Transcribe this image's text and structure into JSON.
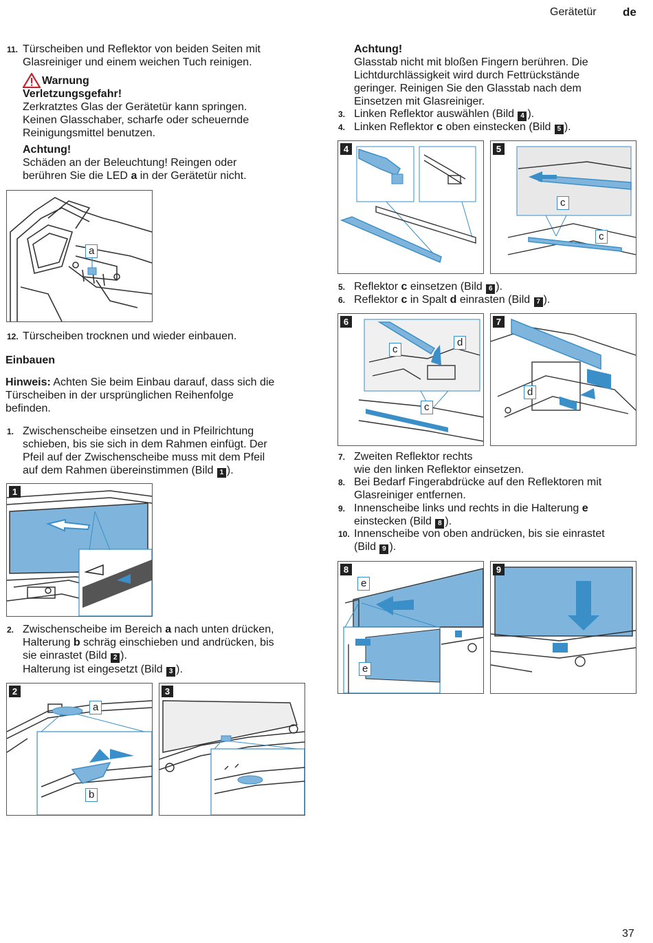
{
  "header": {
    "section": "Gerätetür",
    "lang": "de"
  },
  "page_number": "37",
  "left": {
    "step11": {
      "num": "11.",
      "text1": "Türscheiben und Reflektor von beiden Seiten mit",
      "text2": "Glasreiniger und einem weichen Tuch reinigen."
    },
    "warning": {
      "title": "Warnung",
      "heading": "Verletzungsgefahr!",
      "lines": [
        "Zerkratztes Glas der Gerätetür kann springen.",
        "Keinen Glasschaber, scharfe oder scheuernde",
        "Reinigungsmittel benutzen."
      ]
    },
    "caution1": {
      "title": "Achtung!",
      "line1": "Schäden an der Beleuchtung! Reingen oder",
      "line2a": "berühren Sie die LED ",
      "line2b": "a",
      "line2c": " in der Gerätetür nicht."
    },
    "figA_label": "a",
    "step12": {
      "num": "12.",
      "text": "Türscheiben trocknen und wieder einbauen."
    },
    "einbauen_heading": "Einbauen",
    "hinweis": {
      "label": "Hinweis:",
      "line1": " Achten Sie beim Einbau darauf, dass sich die",
      "line2": "Türscheiben in der ursprünglichen Reihenfolge",
      "line3": "befinden."
    },
    "step1": {
      "num": "1.",
      "lines": [
        "Zwischenscheibe einsetzen und in Pfeilrichtung",
        "schieben, bis sie sich in dem Rahmen einfügt. Der",
        "Pfeil auf der Zwischenscheibe muss mit dem Pfeil"
      ],
      "last": "auf dem Rahmen übereinstimmen (Bild ",
      "ref": "1",
      "end": ")."
    },
    "step2": {
      "num": "2.",
      "l1a": "Zwischenscheibe im Bereich ",
      "l1b": "a",
      "l1c": " nach unten drücken,",
      "l2a": "Halterung ",
      "l2b": "b",
      "l2c": " schräg einschieben und andrücken, bis",
      "l3a": "sie einrastet (Bild ",
      "l3ref": "2",
      "l3c": ").",
      "l4a": "Halterung ist eingesetzt (Bild ",
      "l4ref": "3",
      "l4c": ")."
    },
    "fig1_badge": "1",
    "fig2_badge": "2",
    "fig2_labels": {
      "a": "a",
      "b": "b"
    },
    "fig3_badge": "3"
  },
  "right": {
    "caution2": {
      "title": "Achtung!",
      "lines": [
        "Glasstab nicht mit bloßen Fingern berühren. Die",
        "Lichtdurchlässigkeit wird durch Fettrückstände",
        "geringer. Reinigen Sie den Glasstab nach dem",
        "Einsetzen mit Glasreiniger."
      ]
    },
    "step3": {
      "num": "3.",
      "a": "Linken Reflektor auswählen (Bild ",
      "ref": "4",
      "c": ")."
    },
    "step4": {
      "num": "4.",
      "a": "Linken Reflektor ",
      "b": "c",
      "c": " oben einstecken (Bild ",
      "ref": "5",
      "d": ")."
    },
    "fig4_badge": "4",
    "fig5_badge": "5",
    "fig5_labels": [
      "c",
      "c"
    ],
    "step5": {
      "num": "5.",
      "a": "Reflektor ",
      "b": "c",
      "c": " einsetzen (Bild ",
      "ref": "6",
      "d": ")."
    },
    "step6": {
      "num": "6.",
      "a": "Reflektor ",
      "b": "c",
      "c": " in Spalt ",
      "d": "d",
      "e": " einrasten (Bild ",
      "ref": "7",
      "f": ")."
    },
    "fig6_badge": "6",
    "fig6_labels": [
      "c",
      "d",
      "c"
    ],
    "fig7_badge": "7",
    "fig7_labels": [
      "d"
    ],
    "step7": {
      "num": "7.",
      "l1": "Zweiten Reflektor rechts",
      "l2": "wie den linken Reflektor einsetzen."
    },
    "step8": {
      "num": "8.",
      "l1": "Bei Bedarf Fingerabdrücke auf den Reflektoren mit",
      "l2": "Glasreiniger entfernen."
    },
    "step9": {
      "num": "9.",
      "l1a": "Innenscheibe links und rechts in die Halterung ",
      "l1b": "e",
      "l2a": "einstecken (Bild ",
      "ref": "8",
      "l2c": ")."
    },
    "step10": {
      "num": "10.",
      "l1": "Innenscheibe von oben andrücken, bis sie einrastet",
      "l2a": "(Bild ",
      "ref": "9",
      "l2c": ")."
    },
    "fig8_badge": "8",
    "fig8_labels": [
      "e",
      "e"
    ],
    "fig9_badge": "9"
  },
  "colors": {
    "accent_blue": "#3a8fc8",
    "glass_blue": "#7fb5dd",
    "warning_red": "#c0262d"
  }
}
